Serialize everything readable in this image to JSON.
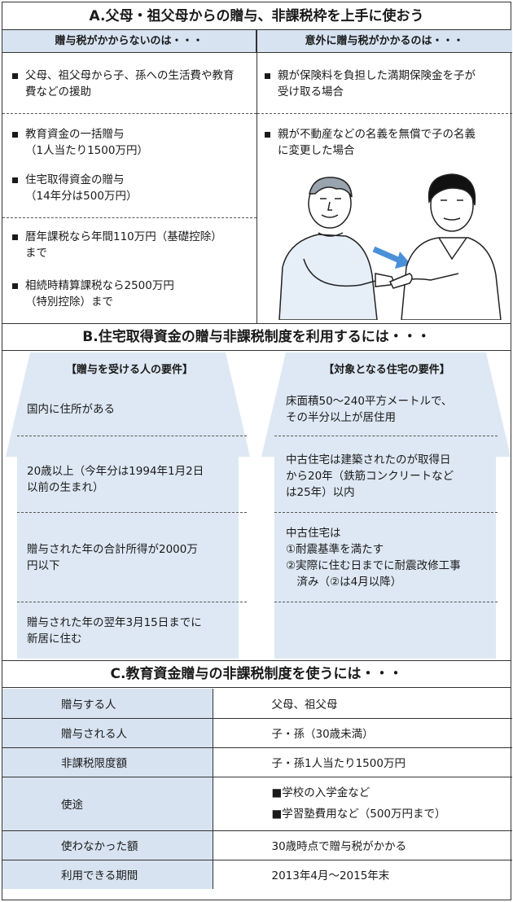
{
  "sectionA": {
    "title": "A.父母・祖父母からの贈与、非課税枠を上手に使おう",
    "left_header": "贈与税がかからないのは・・・",
    "right_header": "意外に贈与税がかかるのは・・・",
    "left_items": [
      {
        "line1": "父母、祖父母から子、孫への生活費や教育",
        "line2": "費などの援助"
      },
      {
        "line1": "教育資金の一括贈与",
        "line2": "（1人当たり1500万円）"
      },
      {
        "line1": "住宅取得資金の贈与",
        "line2": "（14年分は500万円）"
      },
      {
        "line1": "暦年課税なら年間110万円（基礎控除）",
        "line2": "まで"
      },
      {
        "line1": "相続時精算課税なら2500万円",
        "line2": "（特別控除）まで"
      }
    ],
    "right_items": [
      {
        "line1": "親が保険料を負担した満期保険金を子が",
        "line2": "受け取る場合"
      },
      {
        "line1": "親が不動産などの名義を無償で子の名義",
        "line2": "に変更した場合"
      }
    ]
  },
  "sectionB": {
    "title": "B.住宅取得資金の贈与非課税制度を利用するには・・・",
    "left_header": "【贈与を受ける人の要件】",
    "right_header": "【対象となる住宅の要件】",
    "left_reqs": [
      [
        "国内に住所がある"
      ],
      [
        "20歳以上（今年分は1994年1月2日",
        "以前の生まれ）"
      ],
      [
        "贈与された年の合計所得が2000万",
        "円以下"
      ],
      [
        "贈与された年の翌年3月15日までに",
        "新居に住む"
      ]
    ],
    "right_reqs": [
      [
        "床面積50～240平方メートルで、",
        "その半分以上が居住用"
      ],
      [
        "中古住宅は建築されたのが取得日",
        "から20年（鉄筋コンクリートなど",
        "は25年）以内"
      ],
      [
        "中古住宅は",
        "①耐震基準を満たす",
        "②実際に住む日までに耐震改修工事",
        "　済み（②は4月以降）"
      ]
    ]
  },
  "sectionC": {
    "title": "C.教育資金贈与の非課税制度を使うには・・・",
    "rows": [
      {
        "label": "贈与する人",
        "value": "父母、祖父母"
      },
      {
        "label": "贈与される人",
        "value": "子・孫（30歳未満）"
      },
      {
        "label": "非課税限度額",
        "value": "子・孫1人当たり1500万円"
      },
      {
        "label": "使途",
        "values": [
          "■学校の入学金など",
          "■学習塾費用など（500万円まで）"
        ]
      },
      {
        "label": "使わなかった額",
        "value": "30歳時点で贈与税がかかる"
      },
      {
        "label": "利用できる期間",
        "value": "2013年4月～2015年末"
      }
    ]
  },
  "colors": {
    "header_fill": "#d7e3f1",
    "house_fill": "#dde8f4",
    "arrow": "#4a90d9"
  }
}
